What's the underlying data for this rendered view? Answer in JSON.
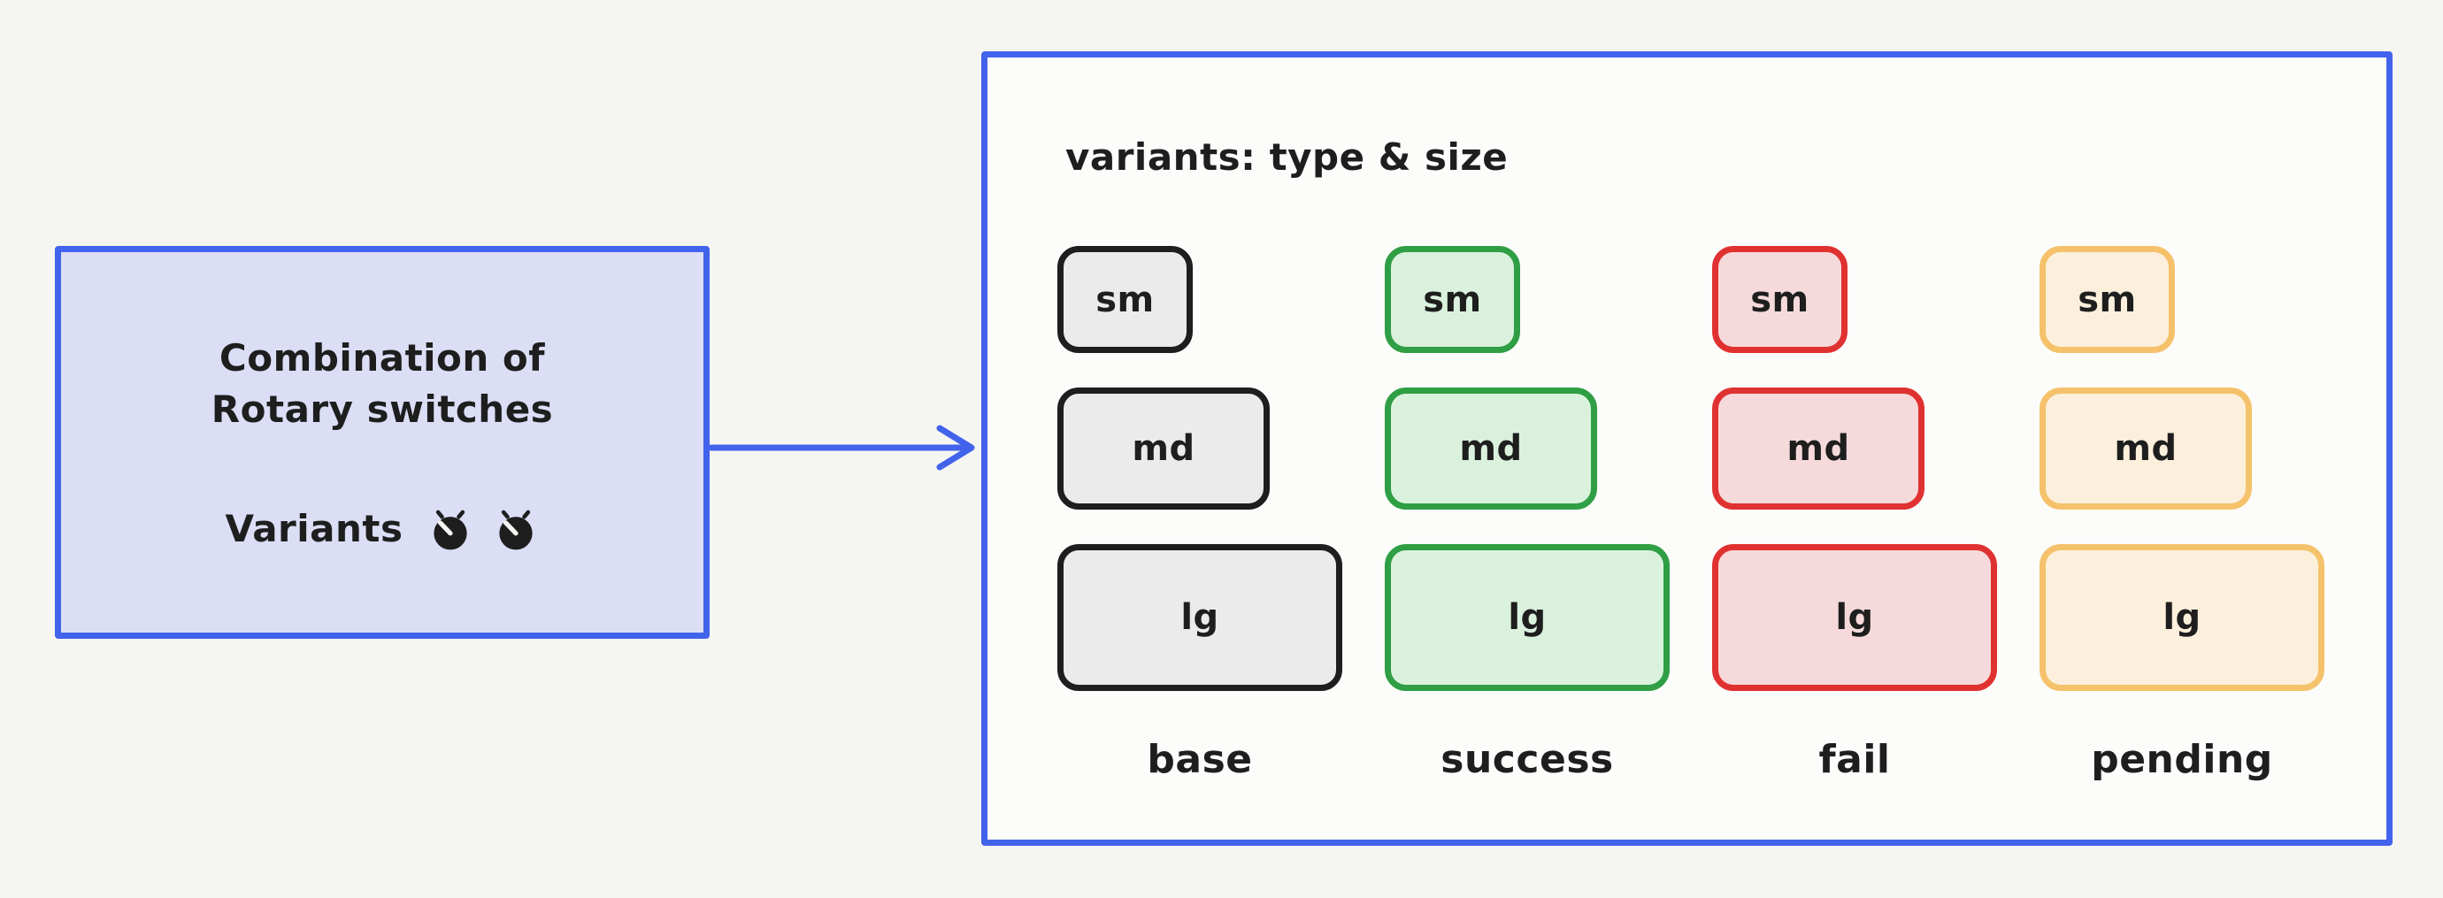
{
  "page": {
    "background": "#f5f5f2",
    "text_color": "#1e1e1e"
  },
  "left_box": {
    "line1": "Combination of",
    "line2": "Rotary switches",
    "variants_label": "Variants",
    "icons": [
      "rotary-switch-icon",
      "rotary-switch-icon"
    ],
    "fill": "#dcdef6",
    "border_color": "#4263eb"
  },
  "arrow": {
    "color": "#4263eb",
    "direction": "right"
  },
  "panel": {
    "title": "variants: type & size",
    "border_color": "#4263eb",
    "fill": "#fcfcfa",
    "sizes": [
      "sm",
      "md",
      "lg"
    ],
    "types": [
      {
        "name": "base",
        "border": "#1e1e1e",
        "fill": "#ebebeb"
      },
      {
        "name": "success",
        "border": "#2f9e44",
        "fill": "#daf2dd"
      },
      {
        "name": "fail",
        "border": "#e03131",
        "fill": "#f6dadb"
      },
      {
        "name": "pending",
        "border": "#f5c26b",
        "fill": "#fcf0dc"
      }
    ]
  }
}
